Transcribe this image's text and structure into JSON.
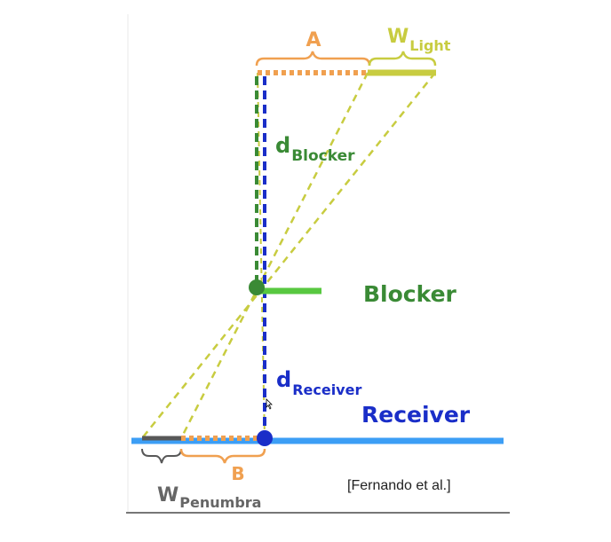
{
  "colors": {
    "orange": "#f0a050",
    "yellow": "#c8cc40",
    "green": "#3a8a35",
    "green_bar": "#58c840",
    "blue": "#1a2ec8",
    "receiver_bar": "#3c9ef5",
    "gray_bar": "#585858",
    "penumbra_text": "#666666",
    "border": "#777777"
  },
  "labels": {
    "a": "A",
    "w_light": {
      "main": "W",
      "sub": "Light"
    },
    "d_blocker": {
      "main": "d",
      "sub": "Blocker"
    },
    "blocker": "Blocker",
    "d_receiver": {
      "main": "d",
      "sub": "Receiver"
    },
    "receiver": "Receiver",
    "b": "B",
    "w_penumbra": {
      "main": "W",
      "sub": "Penumbra"
    },
    "citation": "[Fernando et al.]"
  }
}
